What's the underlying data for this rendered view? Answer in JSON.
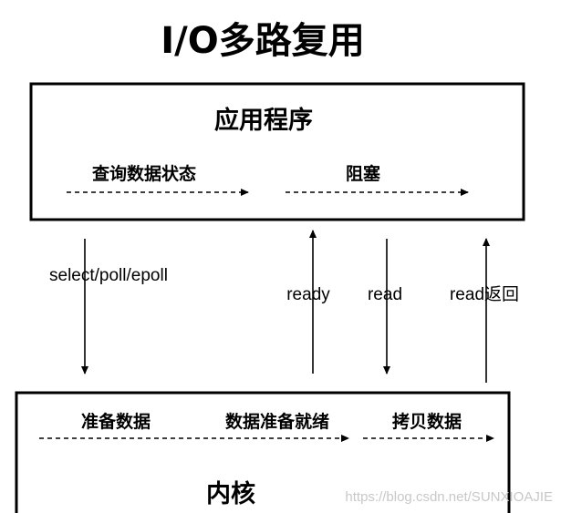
{
  "title": "I/O多路复用",
  "app_box": {
    "title": "应用程序",
    "stages": [
      "查询数据状态",
      "阻塞"
    ]
  },
  "kernel_box": {
    "title": "内核",
    "stages": [
      "准备数据",
      "数据准备就绪",
      "拷贝数据"
    ]
  },
  "arrows": {
    "select_call": "select/poll/epoll",
    "ready": "ready",
    "read": "read",
    "read_return": "read返回"
  },
  "watermark": "https://blog.csdn.net/SUNXIOAJIE"
}
